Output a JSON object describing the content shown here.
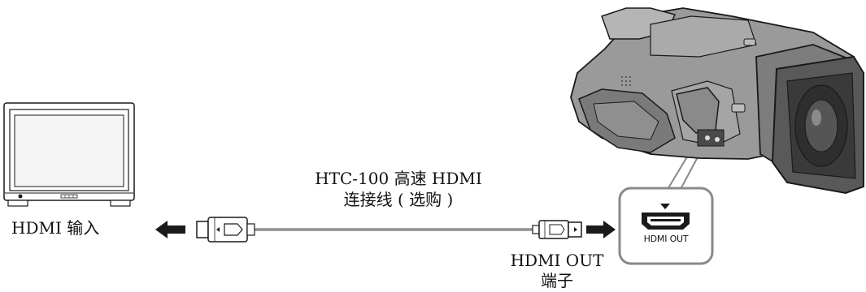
{
  "input_label": "HDMI 输入",
  "cable_label_line1": "HTC-100 高速 HDMI",
  "cable_label_line2": "连接线 ( 选购 )",
  "out_terminal_line1": "HDMI OUT",
  "out_terminal_line2": "端子",
  "port_caption": "HDMI OUT",
  "colors": {
    "outline": "#1a1a1a",
    "fill_light": "#f2f2f2",
    "fill_mid": "#c8c8c8",
    "camera_gray": "#8c8c8c",
    "camera_dark": "#333333",
    "highlight_panel": "#8a8a8a"
  },
  "icons": [
    "monitor-icon",
    "camcorder-icon",
    "hdmi-plug-icon",
    "hdmi-port-icon",
    "arrow-left-icon",
    "arrow-right-icon"
  ]
}
